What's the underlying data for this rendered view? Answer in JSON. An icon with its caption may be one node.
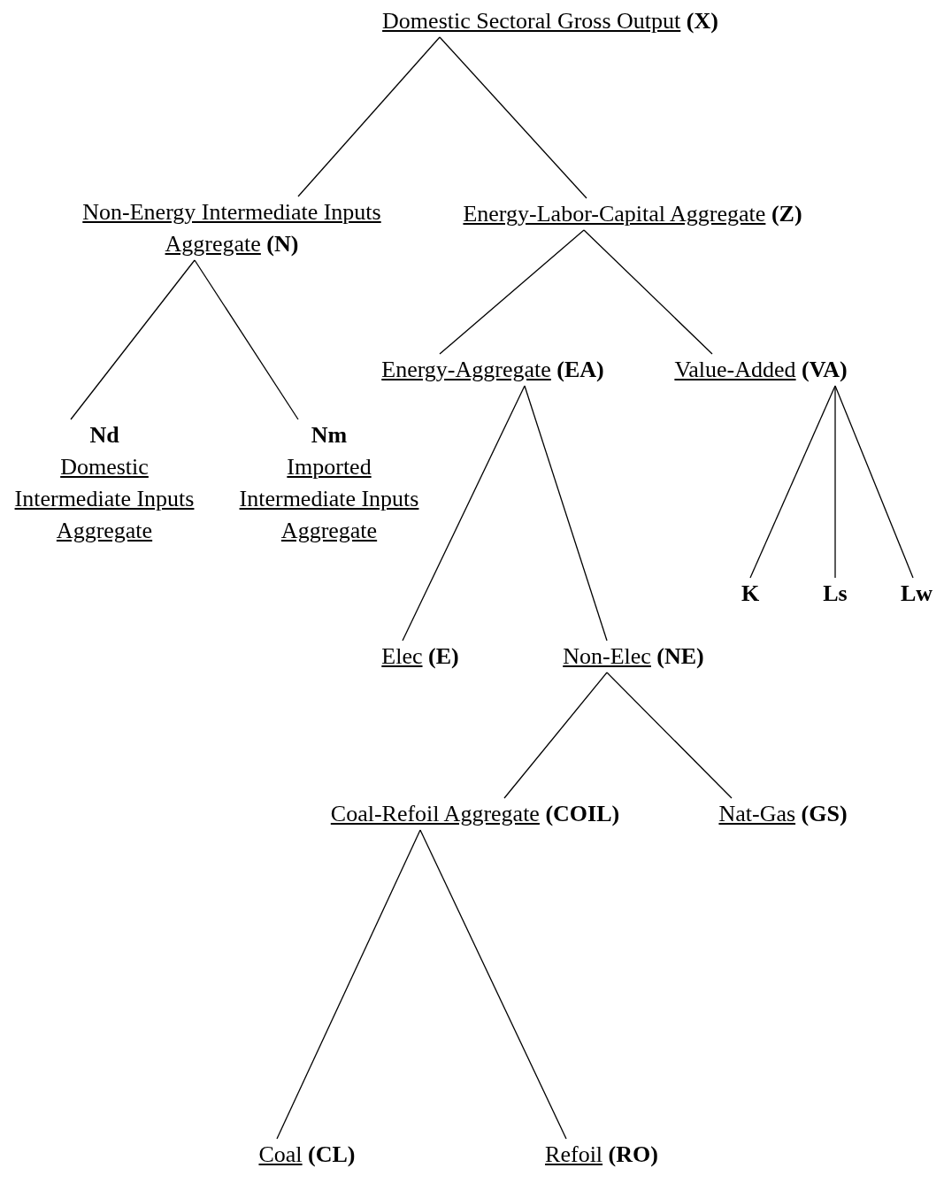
{
  "diagram": {
    "nodes": [
      {
        "text": [
          "Domestic Sectoral Gross Output **(X)**"
        ]
      },
      {
        "text": [
          "Non-Energy Intermediate Inputs Aggregate **(N)**"
        ]
      },
      {
        "text": [
          "Energy-Labor-Capital Aggregate **(Z)**"
        ]
      },
      {
        "text": [
          "Nd",
          "Domestic Intermediate Inputs Aggregate"
        ]
      },
      {
        "text": [
          "Nm",
          "Imported Intermediate Inputs Aggregate"
        ]
      },
      {
        "text": [
          "Energy-Aggregate **(EA)**"
        ]
      },
      {
        "text": [
          "Value-Added **(VA)**"
        ]
      },
      {
        "text": [
          "Elec **(E)**"
        ]
      },
      {
        "text": [
          "Non-Elec **(NE)**"
        ]
      },
      {
        "text": [
          "K"
        ]
      },
      {
        "text": [
          "Ls"
        ]
      },
      {
        "text": [
          "Lw"
        ]
      },
      {
        "text": [
          "Coal-Refoil Aggregate **(COIL)**"
        ]
      },
      {
        "text": [
          "Nat-Gas **(GS)**"
        ]
      },
      {
        "text": [
          "Coal **(CL)**"
        ]
      },
      {
        "text": [
          "Refoil **(RO)**"
        ]
      }
    ],
    "edges": [
      {
        "from": 0,
        "to": 1,
        "arrow": "none"
      },
      {
        "from": 0,
        "to": 2,
        "arrow": "none"
      },
      {
        "from": 1,
        "to": 3,
        "arrow": "none"
      },
      {
        "from": 1,
        "to": 4,
        "arrow": "none"
      },
      {
        "from": 2,
        "to": 5,
        "arrow": "none"
      },
      {
        "from": 2,
        "to": 6,
        "arrow": "none"
      },
      {
        "from": 5,
        "to": 7,
        "arrow": "none"
      },
      {
        "from": 5,
        "to": 8,
        "arrow": "none"
      },
      {
        "from": 6,
        "to": 9,
        "arrow": "none"
      },
      {
        "from": 6,
        "to": 10,
        "arrow": "none"
      },
      {
        "from": 6,
        "to": 11,
        "arrow": "none"
      },
      {
        "from": 8,
        "to": 12,
        "arrow": "none"
      },
      {
        "from": 8,
        "to": 13,
        "arrow": "none"
      },
      {
        "from": 12,
        "to": 14,
        "arrow": "none"
      },
      {
        "from": 12,
        "to": 15,
        "arrow": "none"
      }
    ]
  }
}
